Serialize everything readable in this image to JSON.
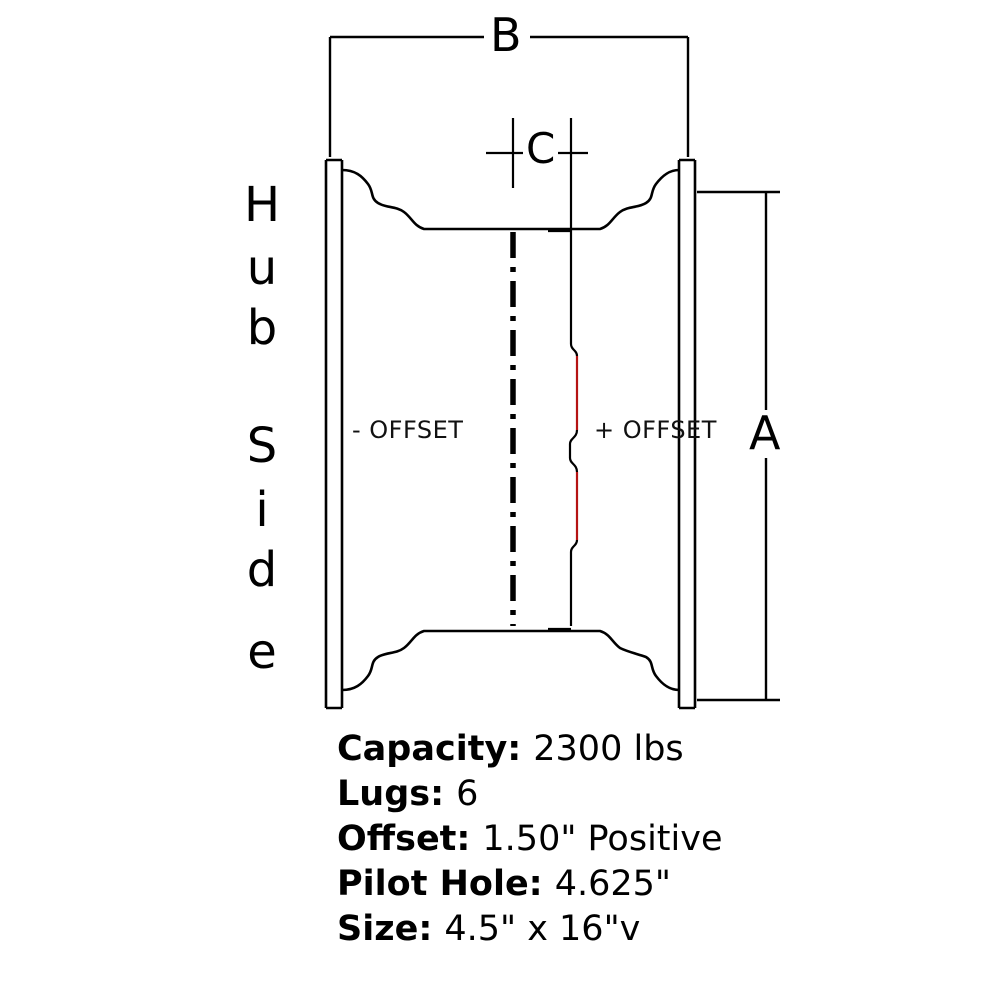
{
  "diagram": {
    "dimensions": {
      "a": "A",
      "b": "B",
      "c": "C"
    },
    "offset_labels": {
      "negative": "- OFFSET",
      "positive": "+ OFFSET"
    },
    "hub_side": {
      "text": "Hub Side",
      "letters": [
        "H",
        "u",
        "b",
        "S",
        "i",
        "d",
        "e"
      ]
    }
  },
  "specs": [
    {
      "label": "Capacity:",
      "value": "2300 lbs"
    },
    {
      "label": "Lugs:",
      "value": "6"
    },
    {
      "label": "Offset:",
      "value": "1.50\" Positive"
    },
    {
      "label": "Pilot Hole:",
      "value": "4.625\""
    },
    {
      "label": "Size:",
      "value": "4.5\" x 16\"v"
    }
  ],
  "colors": {
    "line": "#000000",
    "highlight": "#b51313"
  }
}
